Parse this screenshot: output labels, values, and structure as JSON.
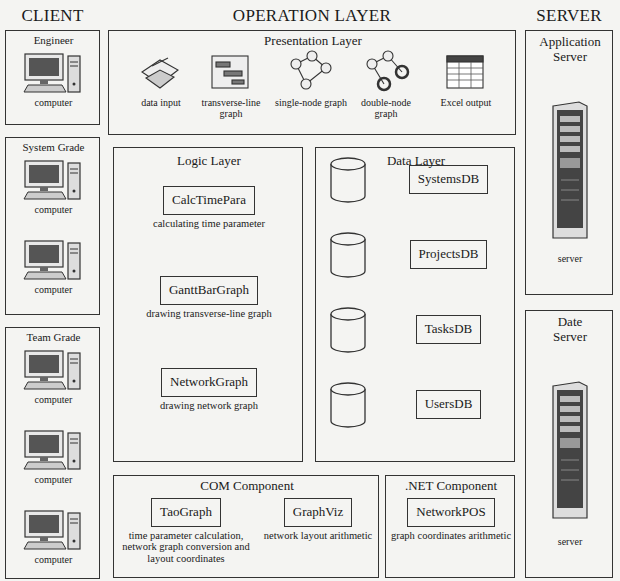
{
  "diagram": {
    "nodes": [
      {
        "text": [
          "Engineer",
          "computer"
        ]
      },
      {
        "text": [
          "System Grade",
          "computer",
          "computer"
        ]
      },
      {
        "text": [
          "Team Grade",
          "computer",
          "computer",
          "computer"
        ]
      },
      {
        "text": [
          "Presentation Layer",
          "data input",
          "transverse-line graph",
          "single-node graph",
          "double-node graph",
          "Excel output"
        ]
      },
      {
        "text": [
          "Logic Layer"
        ]
      },
      {
        "text": [
          "CalcTimePara",
          "calculating time parameter"
        ],
        "in": 4
      },
      {
        "text": [
          "GanttBarGraph",
          "drawing transverse-line graph"
        ],
        "in": 4
      },
      {
        "text": [
          "NetworkGraph",
          "drawing network graph"
        ],
        "in": 4
      },
      {
        "text": [
          "Data Layer"
        ]
      },
      {
        "text": [
          "SystemsDB"
        ],
        "in": 8
      },
      {
        "text": [
          "ProjectsDB"
        ],
        "in": 8
      },
      {
        "text": [
          "TasksDB"
        ],
        "in": 8
      },
      {
        "text": [
          "UsersDB"
        ],
        "in": 8
      },
      {
        "text": [
          "COM Component"
        ]
      },
      {
        "text": [
          "TaoGraph",
          "time parameter calculation, network graph conversion and layout coordinates"
        ],
        "in": 13
      },
      {
        "text": [
          "GraphViz",
          "network layout arithmetic"
        ],
        "in": 13
      },
      {
        "text": [
          ".NET Component"
        ]
      },
      {
        "text": [
          "NetworkPOS",
          "graph coordinates arithmetic"
        ],
        "in": 16
      },
      {
        "text": [
          "Application Server",
          "server"
        ]
      },
      {
        "text": [
          "Date Server",
          "server"
        ]
      }
    ],
    "labels": [
      "CLIENT",
      "OPERATION LAYER",
      "SERVER"
    ]
  }
}
